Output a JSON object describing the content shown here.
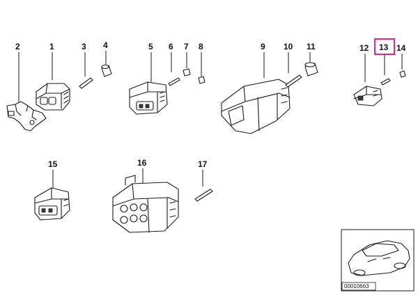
{
  "callouts": [
    {
      "id": "2",
      "label": "2"
    },
    {
      "id": "1",
      "label": "1"
    },
    {
      "id": "3",
      "label": "3"
    },
    {
      "id": "4",
      "label": "4"
    },
    {
      "id": "5",
      "label": "5"
    },
    {
      "id": "6",
      "label": "6"
    },
    {
      "id": "7",
      "label": "7"
    },
    {
      "id": "8",
      "label": "8"
    },
    {
      "id": "9",
      "label": "9"
    },
    {
      "id": "10",
      "label": "10"
    },
    {
      "id": "11",
      "label": "11"
    },
    {
      "id": "12",
      "label": "12"
    },
    {
      "id": "13",
      "label": "13"
    },
    {
      "id": "14",
      "label": "14"
    },
    {
      "id": "15",
      "label": "15"
    },
    {
      "id": "16",
      "label": "16"
    },
    {
      "id": "17",
      "label": "17"
    }
  ],
  "highlight": {
    "label": "13",
    "color": "#e0288c"
  },
  "thumbnail": {
    "code": "00010663"
  },
  "colors": {
    "line": "#1a1a1a",
    "background": "#ffffff"
  }
}
